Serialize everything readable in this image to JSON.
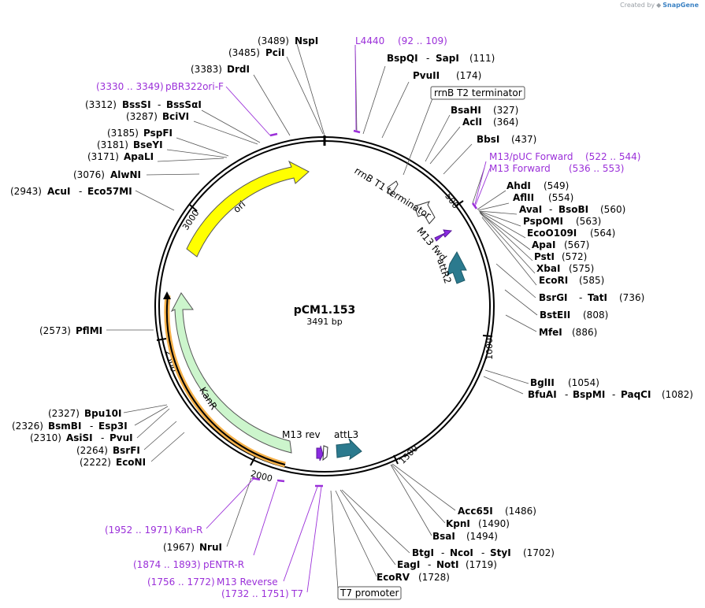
{
  "credit": {
    "prefix": "Created by",
    "brand": "SnapGene"
  },
  "plasmid": {
    "name": "pCM1.153",
    "size": "3491 bp"
  },
  "ticks": [
    "500",
    "1000",
    "1500",
    "2000",
    "2500",
    "3000"
  ],
  "features": {
    "ori": "ori",
    "kanr": "KanR",
    "attr2": "attR2",
    "attl3": "attL3",
    "m13fwd": "M13 fwd",
    "m13rev": "M13 rev",
    "rrnbt1": "rrnB T1 terminator"
  },
  "boxed": {
    "rrnbt2": "rrnB T2 terminator",
    "t7prom": "T7 promoter"
  },
  "primers": {
    "l4440": {
      "name": "L4440",
      "range": "(92 .. 109)"
    },
    "m13puc": {
      "name": "M13/pUC Forward",
      "range": "(522 .. 544)"
    },
    "m13fwd": {
      "name": "M13 Forward",
      "range": "(536 .. 553)"
    },
    "kanr": {
      "range": "(1952 .. 1971)",
      "name": "Kan-R"
    },
    "pentr": {
      "range": "(1874 .. 1893)",
      "name": "pENTR-R"
    },
    "m13rev": {
      "range": "(1756 .. 1772)",
      "name": "M13 Reverse"
    },
    "t7": {
      "range": "(1732 .. 1751)",
      "name": "T7"
    },
    "pbr": {
      "range": "(3330 .. 3349)",
      "name": "pBR322ori-F"
    }
  },
  "sites": {
    "nspi": {
      "pos": "(3489)",
      "name": "NspI"
    },
    "pcii": {
      "pos": "(3485)",
      "name": "PciI"
    },
    "drdi": {
      "pos": "(3383)",
      "name": "DrdI"
    },
    "bsssi": {
      "pos": "(3312)",
      "name1": "BssSI",
      "sep": "-",
      "name2": "BssSαI"
    },
    "bcivi": {
      "pos": "(3287)",
      "name": "BciVI"
    },
    "pspfi": {
      "pos": "(3185)",
      "name": "PspFI"
    },
    "bseyi": {
      "pos": "(3181)",
      "name": "BseYI"
    },
    "apali": {
      "pos": "(3171)",
      "name": "ApaLI"
    },
    "alwni": {
      "pos": "(3076)",
      "name": "AlwNI"
    },
    "acui": {
      "pos": "(2943)",
      "name1": "AcuI",
      "sep": "-",
      "name2": "Eco57MI"
    },
    "pflmi": {
      "pos": "(2573)",
      "name": "PflMI"
    },
    "bpu10i": {
      "pos": "(2327)",
      "name": "Bpu10I"
    },
    "bsmbi": {
      "pos": "(2326)",
      "name1": "BsmBI",
      "sep": "-",
      "name2": "Esp3I"
    },
    "asisi": {
      "pos": "(2310)",
      "name1": "AsiSI",
      "sep": "-",
      "name2": "PvuI"
    },
    "bsrfi": {
      "pos": "(2264)",
      "name": "BsrFI"
    },
    "econi": {
      "pos": "(2222)",
      "name": "EcoNI"
    },
    "nrui": {
      "pos": "(1967)",
      "name": "NruI"
    },
    "bspqi": {
      "name1": "BspQI",
      "sep": "-",
      "name2": "SapI",
      "pos": "(111)"
    },
    "pvuii": {
      "name": "PvuII",
      "pos": "(174)"
    },
    "bsahi": {
      "name": "BsaHI",
      "pos": "(327)"
    },
    "acli": {
      "name": "AclI",
      "pos": "(364)"
    },
    "bbsi": {
      "name": "BbsI",
      "pos": "(437)"
    },
    "ahdi": {
      "name": "AhdI",
      "pos": "(549)"
    },
    "aflii": {
      "name": "AflII",
      "pos": "(554)"
    },
    "avai": {
      "name1": "AvaI",
      "sep": "-",
      "name2": "BsoBI",
      "pos": "(560)"
    },
    "pspomi": {
      "name": "PspOMI",
      "pos": "(563)"
    },
    "eco0109i": {
      "name": "EcoO109I",
      "pos": "(564)"
    },
    "apai": {
      "name": "ApaI",
      "pos": "(567)"
    },
    "psti": {
      "name": "PstI",
      "pos": "(572)"
    },
    "xbai": {
      "name": "XbaI",
      "pos": "(575)"
    },
    "ecori": {
      "name": "EcoRI",
      "pos": "(585)"
    },
    "bsrgi": {
      "name1": "BsrGI",
      "sep": "-",
      "name2": "TatI",
      "pos": "(736)"
    },
    "bsteii": {
      "name": "BstEII",
      "pos": "(808)"
    },
    "mfei": {
      "name": "MfeI",
      "pos": "(886)"
    },
    "bglii": {
      "name": "BglII",
      "pos": "(1054)"
    },
    "bfuai": {
      "name1": "BfuAI",
      "sep1": "-",
      "name2": "BspMI",
      "sep2": "-",
      "name3": "PaqCI",
      "pos": "(1082)"
    },
    "acc65i": {
      "name": "Acc65I",
      "pos": "(1486)"
    },
    "kpni": {
      "name": "KpnI",
      "pos": "(1490)"
    },
    "bsai": {
      "name": "BsaI",
      "pos": "(1494)"
    },
    "btgi": {
      "name1": "BtgI",
      "sep1": "-",
      "name2": "NcoI",
      "sep2": "-",
      "name3": "StyI",
      "pos": "(1702)"
    },
    "eagi": {
      "name1": "EagI",
      "sep": "-",
      "name2": "NotI",
      "pos": "(1719)"
    },
    "ecorv": {
      "name": "EcoRV",
      "pos": "(1728)"
    }
  },
  "colors": {
    "ori": "#ffff00",
    "kanr": "#ccf5cc",
    "attsite": "#2b7a8e",
    "m13": "#8a2be2",
    "primer": "#9b30d9",
    "ring": "#000000"
  }
}
